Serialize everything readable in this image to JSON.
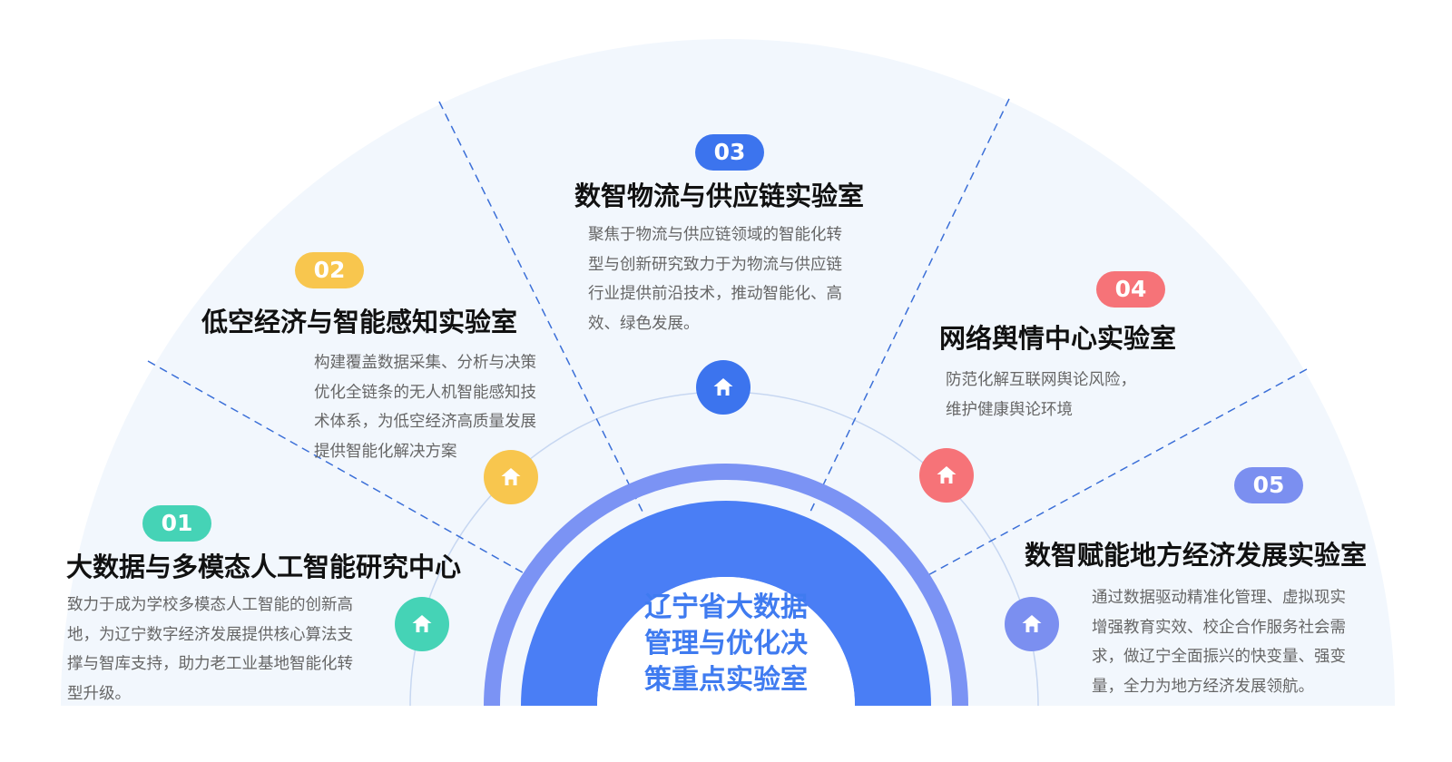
{
  "center": {
    "title_lines": [
      "辽宁省大数据",
      "管理与优化决",
      "策重点实验室"
    ]
  },
  "labs": [
    {
      "number": "01",
      "title": "大数据与多模态人工智能研究中心",
      "desc_lines": [
        "致力于成为学校多模态人工智能的创新高",
        "地，为辽宁数字经济发展提供核心算法支",
        "撑与智库支持，助力老工业基地智能化转",
        "型升级。"
      ],
      "color": "#45d3b6",
      "icon": "home-icon"
    },
    {
      "number": "02",
      "title": "低空经济与智能感知实验室",
      "desc_lines": [
        "构建覆盖数据采集、分析与决策",
        "优化全链条的无人机智能感知技",
        "术体系，为低空经济高质量发展",
        "提供智能化解决方案"
      ],
      "color": "#f8c64e",
      "icon": "home-icon"
    },
    {
      "number": "03",
      "title": "数智物流与供应链实验室",
      "desc_lines": [
        "聚焦于物流与供应链领域的智能化转",
        "型与创新研究致力于为物流与供应链",
        "行业提供前沿技术，推动智能化、高",
        "效、绿色发展。"
      ],
      "color": "#3c74ee",
      "icon": "home-icon"
    },
    {
      "number": "04",
      "title": "网络舆情中心实验室",
      "desc_lines": [
        "防范化解互联网舆论风险，",
        "维护健康舆论环境"
      ],
      "color": "#f67378",
      "icon": "home-icon"
    },
    {
      "number": "05",
      "title": "数智赋能地方经济发展实验室",
      "desc_lines": [
        "通过数据驱动精准化管理、虚拟现实",
        "增强教育实效、校企合作服务社会需",
        "求，做辽宁全面振兴的快变量、强变",
        "量，全力为地方经济发展领航。"
      ],
      "color": "#7b8ff0",
      "icon": "home-icon"
    }
  ],
  "colors": {
    "background_fan": "#f2f7fd",
    "center_fill": "#4a7ef5",
    "center_ring": "#7b93f4",
    "divider": "#3b6fd8",
    "orbit": "#c7d7f1"
  }
}
